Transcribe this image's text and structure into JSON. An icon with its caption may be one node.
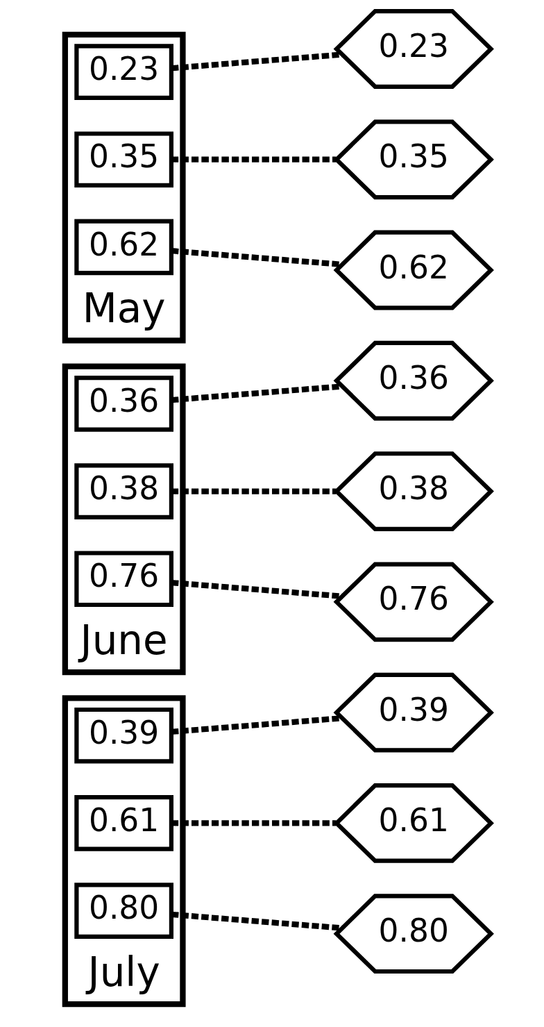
{
  "diagram": {
    "nodes": [
      {
        "text": [
          "July"
        ]
      },
      {
        "text": [
          "0.39"
        ],
        "in": 0
      },
      {
        "text": [
          "0.61"
        ],
        "in": 0
      },
      {
        "text": [
          "0.80"
        ],
        "in": 0
      },
      {
        "text": [
          "0.80"
        ]
      },
      {
        "text": [
          "0.61"
        ]
      },
      {
        "text": [
          "0.39"
        ]
      },
      {
        "text": [
          "June"
        ]
      },
      {
        "text": [
          "0.36"
        ],
        "in": 7
      },
      {
        "text": [
          "0.38"
        ],
        "in": 7
      },
      {
        "text": [
          "0.76"
        ],
        "in": 7
      },
      {
        "text": [
          "0.76"
        ]
      },
      {
        "text": [
          "0.38"
        ]
      },
      {
        "text": [
          "0.36"
        ]
      },
      {
        "text": [
          "May"
        ]
      },
      {
        "text": [
          "0.23"
        ],
        "in": 14
      },
      {
        "text": [
          "0.35"
        ],
        "in": 14
      },
      {
        "text": [
          "0.62"
        ],
        "in": 14
      },
      {
        "text": [
          "0.62"
        ]
      },
      {
        "text": [
          "0.35"
        ]
      },
      {
        "text": [
          "0.23"
        ]
      }
    ],
    "edges": [
      {
        "from": 3,
        "to": 4,
        "arrow": "none",
        "style": "dashed"
      },
      {
        "from": 2,
        "to": 5,
        "arrow": "none",
        "style": "dashed"
      },
      {
        "from": 1,
        "to": 6,
        "arrow": "none",
        "style": "dashed"
      },
      {
        "from": 10,
        "to": 11,
        "arrow": "none",
        "style": "dashed"
      },
      {
        "from": 9,
        "to": 12,
        "arrow": "none",
        "style": "dashed"
      },
      {
        "from": 8,
        "to": 13,
        "arrow": "none",
        "style": "dashed"
      },
      {
        "from": 17,
        "to": 18,
        "arrow": "none",
        "style": "dashed"
      },
      {
        "from": 16,
        "to": 19,
        "arrow": "none",
        "style": "dashed"
      },
      {
        "from": 15,
        "to": 20,
        "arrow": "none",
        "style": "dashed"
      }
    ]
  }
}
